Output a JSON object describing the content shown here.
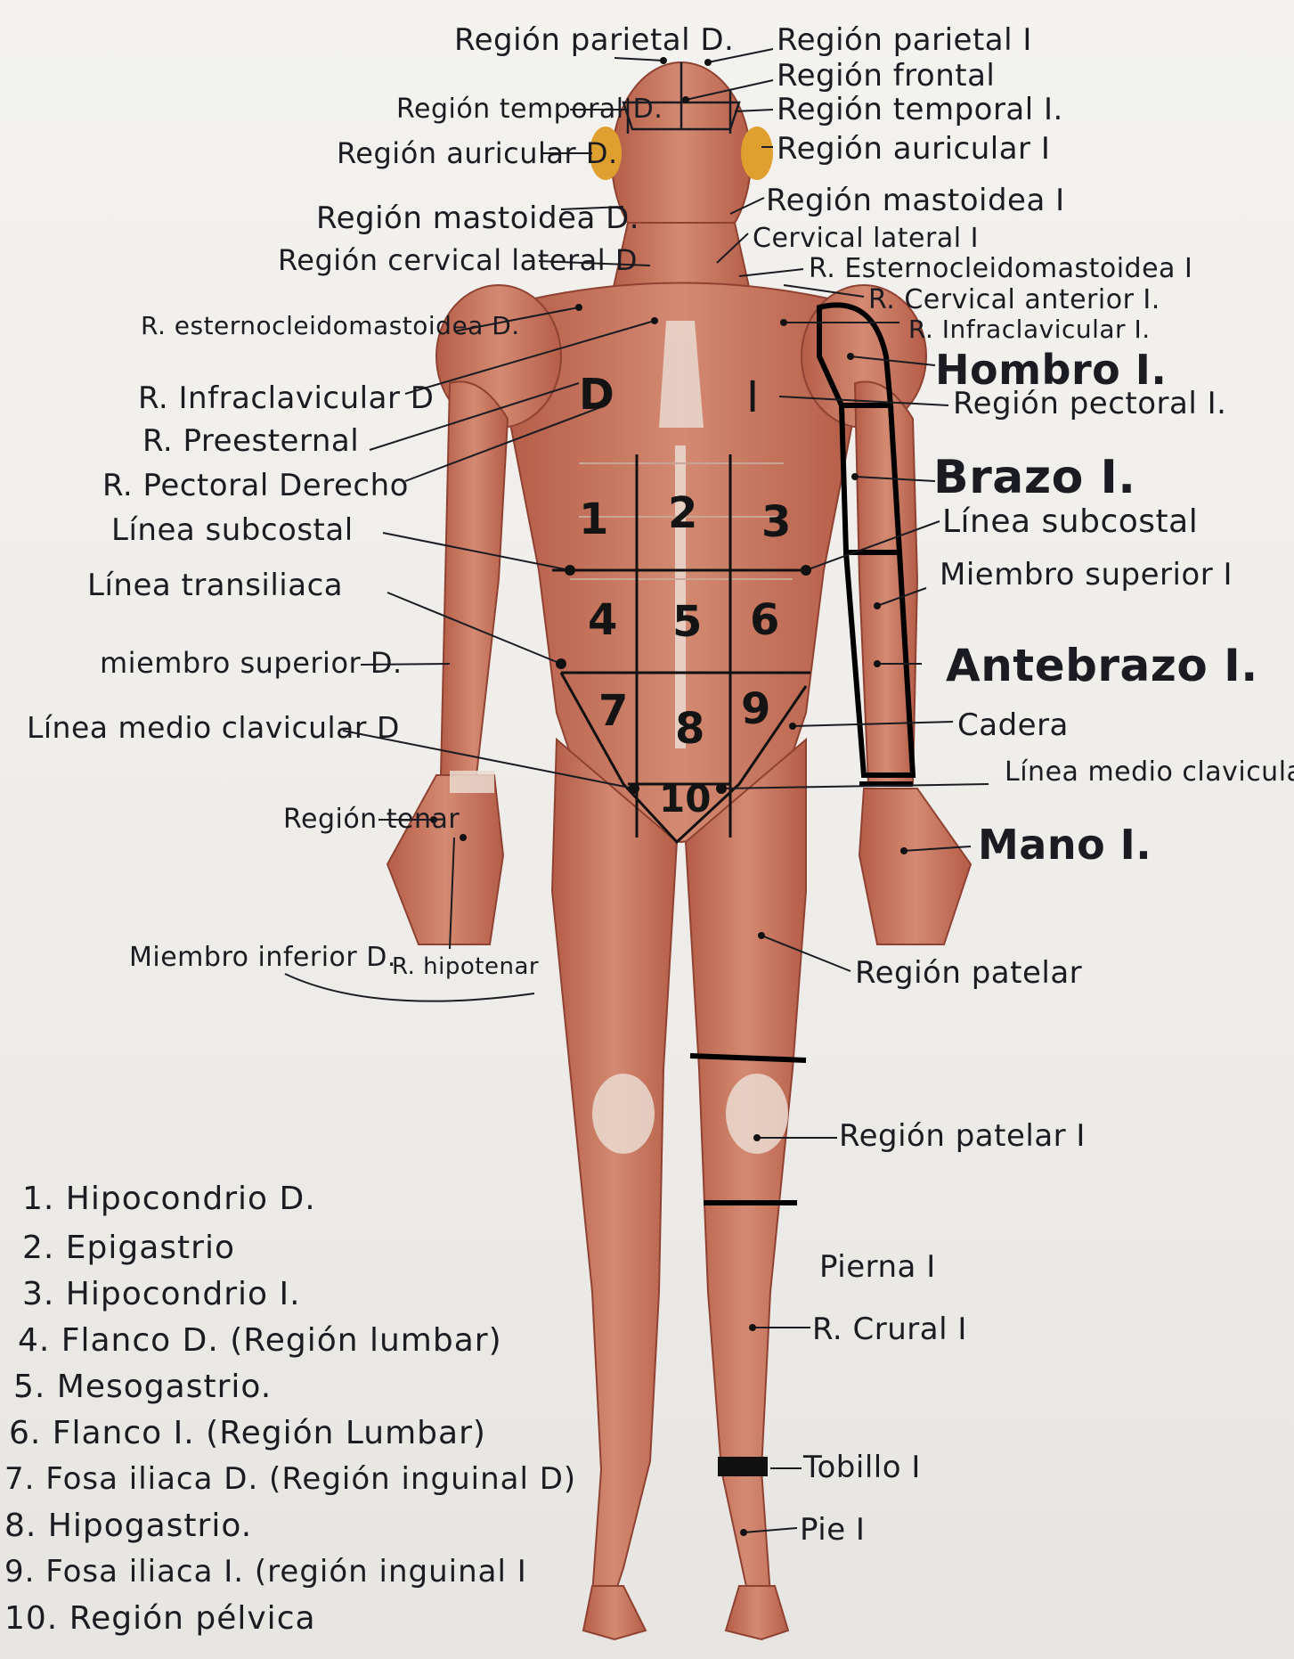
{
  "labels_left": {
    "parietal_d": "Región parietal D.",
    "temporal_d": "Región temporal D.",
    "auricular_d": "Región auricular D.",
    "mastoidea_d": "Región mastoidea D.",
    "cervical_lateral_d": "Región cervical lateral D",
    "esternocleido_d": "R. esternocleidomastoidea D.",
    "infraclavicular_d": "R. Infraclavicular D",
    "preesternal": "R. Preesternal",
    "pectoral_derecho": "R. Pectoral Derecho",
    "subcostal": "Línea subcostal",
    "transiliaca": "Línea transiliaca",
    "miembro_sup_d": "miembro superior D.",
    "medioclavicular_d": "Línea medio clavicular D",
    "tenar": "Región tenar",
    "miembro_inf_d": "Miembro inferior D.",
    "hipotenar": "R. hipotenar"
  },
  "labels_right": {
    "parietal_i": "Región parietal I",
    "frontal": "Región frontal",
    "temporal_i": "Región temporal I.",
    "auricular_i": "Región auricular I",
    "mastoidea_i": "Región mastoidea I",
    "cervical_lateral_i": "Cervical lateral I",
    "esternocleido_i": "R. Esternocleidomastoidea I",
    "cervical_anterior_i": "R. Cervical anterior I.",
    "infraclavicular_i": "R. Infraclavicular I.",
    "hombro_i": "Hombro I.",
    "pectoral_i": "Región pectoral I.",
    "brazo_i": "Brazo I.",
    "subcostal_i": "Línea subcostal",
    "miembro_sup_i": "Miembro superior I",
    "antebrazo_i": "Antebrazo I.",
    "cadera": "Cadera",
    "medioclavicular_i": "Línea medio clavicular I.",
    "mano_i": "Mano I.",
    "patelar": "Región patelar",
    "patelar_i": "Región patelar I",
    "pierna_i": "Pierna I",
    "crural_i": "R. Crural I",
    "tobillo_i": "Tobillo I",
    "pie_i": "Pie I"
  },
  "body_marks": {
    "d": "D",
    "i": "I",
    "regions": [
      "1",
      "2",
      "3",
      "4",
      "5",
      "6",
      "7",
      "8",
      "9",
      "10"
    ]
  },
  "legend": [
    "1. Hipocondrio D.",
    "2. Epigastrio",
    "3. Hipocondrio I.",
    "4. Flanco D. (Región lumbar)",
    "5. Mesogastrio.",
    "6. Flanco I. (Región Lumbar)",
    "7. Fosa iliaca D. (Región inguinal D)",
    "8. Hipogastrio.",
    "9. Fosa iliaca I. (región inguinal I",
    "10. Región pélvica"
  ],
  "colors": {
    "muscle": "#c97862",
    "muscle_dark": "#a8503f",
    "tendon": "#eadad0",
    "ear_highlight": "#e0a030",
    "ink": "#1b1b22"
  }
}
